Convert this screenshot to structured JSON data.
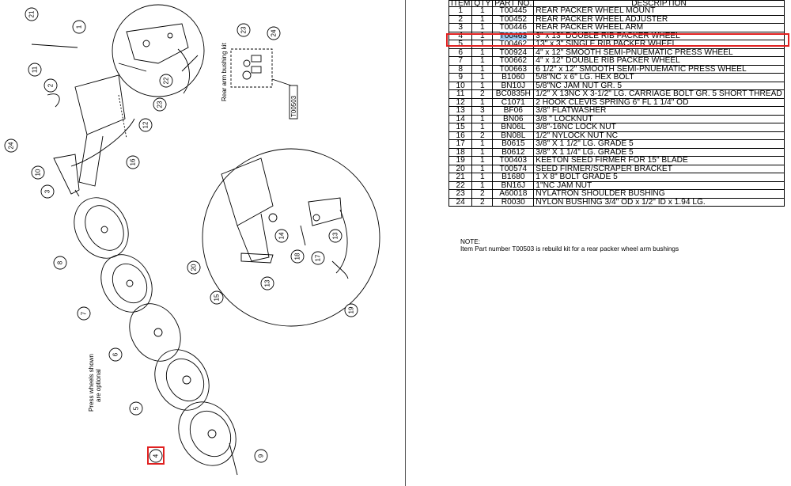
{
  "table": {
    "headers": [
      "ITEM",
      "QTY",
      "PART NO.",
      "DESCRIPTION"
    ],
    "rows": [
      [
        "1",
        "1",
        "T00445",
        "REAR PACKER WHEEL MOUNT"
      ],
      [
        "2",
        "1",
        "T00452",
        "REAR PACKER WHEEL ADJUSTER"
      ],
      [
        "3",
        "1",
        "T00446",
        "REAR PACKER WHEEL ARM"
      ],
      [
        "4",
        "1",
        "T00463",
        "3\" x 13\" DOUBLE RIB PACKER WHEEL"
      ],
      [
        "5",
        "1",
        "T00462",
        "13\" x 3\" SINGLE RIB PACKER WHEEL"
      ],
      [
        "6",
        "1",
        "T00924",
        "4\" x 12\" SMOOTH SEMI-PNUEMATIC PRESS WHEEL"
      ],
      [
        "7",
        "1",
        "T00662",
        "4\" x 12\" DOUBLE RIB PACKER WHEEL"
      ],
      [
        "8",
        "1",
        "T00663",
        "6 1/2\" x 12\" SMOOTH SEMI-PNUEMATIC PRESS WHEEL"
      ],
      [
        "9",
        "1",
        "B1060",
        "5/8\"NC x 6\" LG. HEX BOLT"
      ],
      [
        "10",
        "1",
        "BN10J",
        "5/8\"NC JAM NUT GR. 5"
      ],
      [
        "11",
        "2",
        "BC0835H",
        "1/2\" X 13NC X 3-1/2\" LG. CARRIAGE BOLT GR. 5 SHORT THREAD"
      ],
      [
        "12",
        "1",
        "C1071",
        "2 HOOK CLEVIS SPRING 6\" FL 1 1/4\" OD"
      ],
      [
        "13",
        "3",
        "BF06",
        "3/8\" FLATWASHER"
      ],
      [
        "14",
        "1",
        "BN06",
        "3/8 \" LOCKNUT"
      ],
      [
        "15",
        "1",
        "BN06L",
        "3/8\"-16NC LOCK NUT"
      ],
      [
        "16",
        "2",
        "BN08L",
        "1/2\" NYLOCK NUT NC"
      ],
      [
        "17",
        "1",
        "B0615",
        "3/8\" X 1 1/2\" LG.   GRADE  5"
      ],
      [
        "18",
        "1",
        "B0612",
        "3/8\" X 1 1/4\" LG.   GRADE  5"
      ],
      [
        "19",
        "1",
        "T00403",
        "KEETON SEED FIRMER FOR 15\" BLADE"
      ],
      [
        "20",
        "1",
        "T00574",
        "SEED FIRMER/SCRAPER BRACKET"
      ],
      [
        "21",
        "1",
        "B1680",
        "1 X 8\" BOLT GRADE 5"
      ],
      [
        "22",
        "1",
        "BN16J",
        "1\"NC JAM NUT"
      ],
      [
        "23",
        "2",
        "A60018",
        "NYLATRON SHOULDER BUSHING"
      ],
      [
        "24",
        "2",
        "R0030",
        "NYLON BUSHING 3/4\" OD x 1/2\" ID x 1.94 LG."
      ]
    ],
    "selected_row": 3
  },
  "note": {
    "title": "NOTE:",
    "text": "Item Part number T00503 is rebuild kit for a rear packer wheel arm bushings"
  },
  "drawing": {
    "kit_label": "Rear arm bushing kit",
    "kit_part": "T00503",
    "optional_line1": "Press wheels shown",
    "optional_line2": "are optional",
    "callouts": [
      "21",
      "1",
      "11",
      "2",
      "24",
      "10",
      "3",
      "16",
      "12",
      "23",
      "22",
      "8",
      "7",
      "6",
      "5",
      "4",
      "9",
      "20",
      "15",
      "13",
      "18",
      "17",
      "14",
      "13",
      "19",
      "23",
      "24"
    ]
  }
}
